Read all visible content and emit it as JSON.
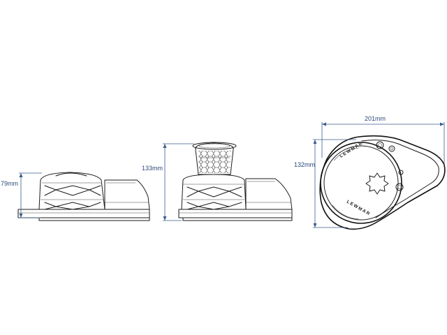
{
  "dimensions": {
    "side_low_height": "79mm",
    "side_capstan_height": "133mm",
    "top_width": "201mm",
    "top_height": "132mm"
  },
  "brand": {
    "top": "LEWMAR",
    "bottom": "LEWMAR"
  },
  "colors": {
    "dimension": "#3a5c8c",
    "ink": "#1a1a1a",
    "background": "#ffffff"
  }
}
